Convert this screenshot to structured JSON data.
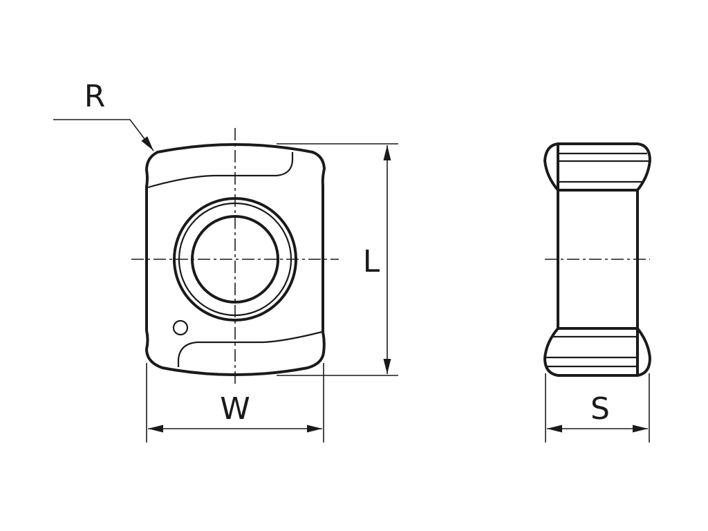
{
  "labels": {
    "radius": "R",
    "length": "L",
    "width": "W",
    "thickness": "S"
  },
  "colors": {
    "line": "#1a1a1a",
    "background": "#ffffff"
  }
}
